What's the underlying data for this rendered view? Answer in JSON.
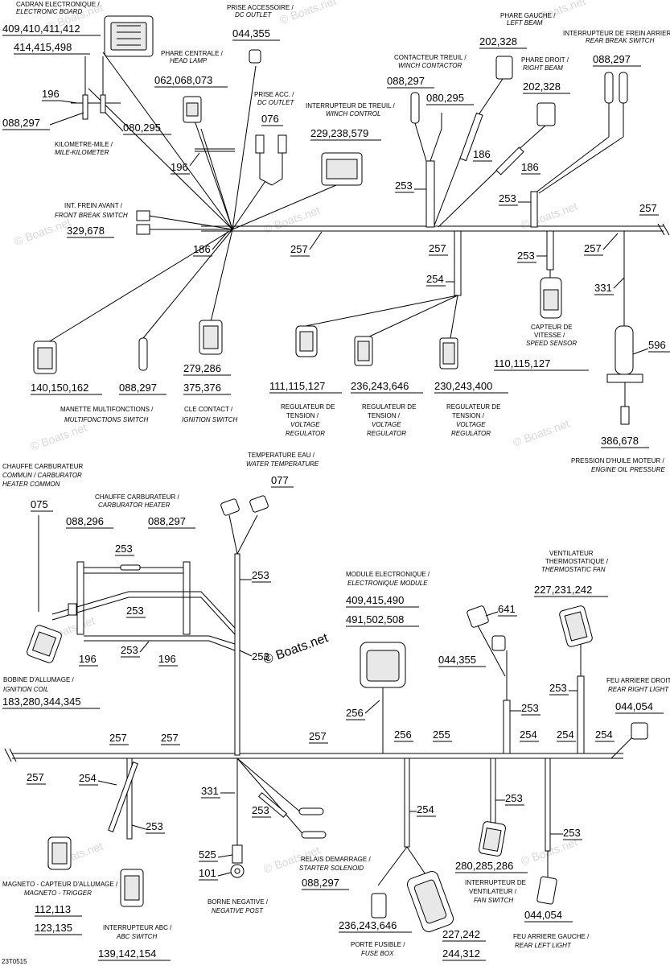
{
  "watermark": "© Boats.net",
  "reference_code": "23T0515",
  "wire_labels": [
    "196",
    "186",
    "253",
    "257",
    "254",
    "331",
    "596",
    "075",
    "256",
    "255",
    "525",
    "101",
    "641",
    "077",
    "076"
  ],
  "components": {
    "electronic_board": {
      "fr": "CADRAN ELECTRONIQUE /",
      "en": "ELECTRONIC BOARD",
      "parts1": "409,410,411,412",
      "parts2": "414,415,498"
    },
    "dc_outlet_top": {
      "fr": "PRISE ACCESSOIRE /",
      "en": "DC OUTLET",
      "parts": "044,355"
    },
    "head_lamp": {
      "fr": "PHARE CENTRALE /",
      "en": "HEAD LAMP",
      "parts": "062,068,073"
    },
    "dc_outlet_2": {
      "fr": "PRISE ACC. /",
      "en": "DC OUTLET",
      "parts": "076"
    },
    "winch_control": {
      "fr": "INTERRUPTEUR DE TREUIL /",
      "en": "WINCH CONTROL",
      "parts": "229,238,579"
    },
    "winch_contactor": {
      "fr": "CONTACTEUR TREUIL /",
      "en": "WINCH CONTACTOR",
      "parts": "088,297",
      "parts_b": "080,295"
    },
    "left_beam": {
      "fr": "PHARE GAUCHE /",
      "en": "LEFT BEAM",
      "parts": "202,328"
    },
    "right_beam": {
      "fr": "PHARE DROIT /",
      "en": "RIGHT BEAM",
      "parts": "202,328"
    },
    "rear_brake_switch": {
      "fr": "INTERRUPTEUR DE FREIN ARRIERE",
      "en": "REAR BREAK SWITCH",
      "parts": "088,297"
    },
    "mile_kilometer": {
      "fr": "KILOMETRE-MILE /",
      "en": "MILE-KILOMETER",
      "parts_a": "088,297",
      "parts_b": "080,295"
    },
    "front_brake_switch": {
      "fr": "INT. FREIN AVANT /",
      "en": "FRONT BREAK SWITCH",
      "parts": "329,678"
    },
    "speed_sensor": {
      "fr1": "CAPTEUR DE",
      "fr2": "VITESSE /",
      "en": "SPEED SENSOR",
      "parts": "110,115,127"
    },
    "multifunction_switch": {
      "fr": "MANETTE MULTIFONCTIONS /",
      "en": "MULTIFONCTIONS SWITCH",
      "parts_a": "140,150,162",
      "parts_b": "088,297"
    },
    "ignition_switch": {
      "fr": "CLE CONTACT /",
      "en": "IGNITION SWITCH",
      "parts_a": "279,286",
      "parts_b": "375,376"
    },
    "voltage_regulator_1": {
      "fr1": "REGULATEUR DE",
      "fr2": "TENSION /",
      "en": "VOLTAGE",
      "en2": "REGULATOR",
      "parts": "111,115,127"
    },
    "voltage_regulator_2": {
      "fr1": "REGULATEUR DE",
      "fr2": "TENSION /",
      "en": "VOLTAGE",
      "en2": "REGULATOR",
      "parts": "236,243,646"
    },
    "voltage_regulator_3": {
      "fr1": "REGULATEUR DE",
      "fr2": "TENSION /",
      "en": "VOLTAGE",
      "en2": "REGULATOR",
      "parts": "230,243,400"
    },
    "engine_oil_pressure": {
      "fr": "PRESSION D'HUILE MOTEUR /",
      "en": "ENGINE OIL PRESSURE",
      "parts": "386,678"
    },
    "carb_heater_common": {
      "fr1": "CHAUFFE CARBURATEUR",
      "fr2": "COMMUN / CARBURATOR",
      "en": "HEATER COMMON",
      "parts": "075"
    },
    "carb_heater": {
      "fr": "CHAUFFE CARBURATEUR /",
      "en": "CARBURATOR HEATER",
      "parts_a": "088,296",
      "parts_b": "088,297"
    },
    "water_temperature": {
      "fr": "TEMPERATURE EAU /",
      "en": "WATER TEMPERATURE",
      "parts": "077"
    },
    "electronic_module": {
      "fr": "MODULE ELECTRONIQUE /",
      "en": "ELECTRONIQUE MODULE",
      "parts1": "409,415,490",
      "parts2": "491,502,508"
    },
    "thermostatic_fan": {
      "fr1": "VENTILATEUR",
      "fr2": "THERMOSTATIQUE /",
      "en": "THERMOSTATIC FAN",
      "parts": "227,231,242"
    },
    "ignition_coil": {
      "fr": "BOBINE D'ALLUMAGE /",
      "en": "IGNITION COIL",
      "parts": "183,280,344,345"
    },
    "rear_right_light": {
      "fr": "FEU ARRIERE DROIT /",
      "en": "REAR RIGHT LIGHT",
      "parts": "044,054"
    },
    "dc_outlet_3": {
      "parts": "044,355"
    },
    "magneto_trigger": {
      "fr": "MAGNETO - CAPTEUR D'ALLUMAGE /",
      "en": "MAGNETO - TRIGGER",
      "parts1": "112,113",
      "parts2": "123,135"
    },
    "abc_switch": {
      "fr": "INTERRUPTEUR ABC /",
      "en": "ABC SWITCH",
      "parts": "139,142,154"
    },
    "negative_post": {
      "fr": "BORNE NEGATIVE /",
      "en": "NEGATIVE POST"
    },
    "starter_solenoid": {
      "fr": "RELAIS DEMARRAGE /",
      "en": "STARTER SOLENOID",
      "parts": "088,297"
    },
    "fuse_box": {
      "fr": "PORTE FUSIBLE /",
      "en": "FUSE BOX",
      "parts_a": "236,243,646",
      "parts_b1": "227,242",
      "parts_b2": "244,312"
    },
    "fan_switch": {
      "fr": "INTERRUPTEUR DE",
      "fr2": "VENTILATEUR /",
      "en": "FAN SWITCH",
      "parts": "280,285,286"
    },
    "rear_left_light": {
      "fr": "FEU ARRIERE GAUCHE /",
      "en": "REAR  LEFT  LIGHT",
      "parts": "044,054"
    }
  }
}
